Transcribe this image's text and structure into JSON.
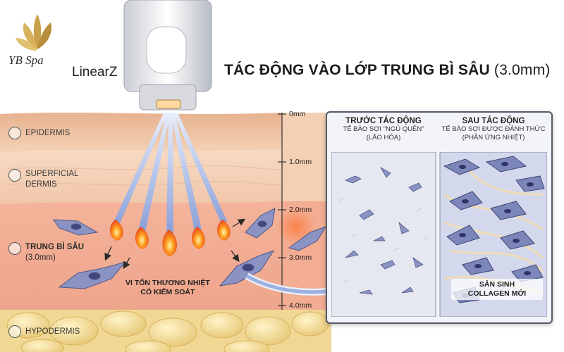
{
  "brand": {
    "name": "YB Spa",
    "logo": "lotus-logo-icon"
  },
  "product": {
    "name": "LinearZ"
  },
  "headline": {
    "bold": "TÁC ĐỘNG VÀO LỚP TRUNG BÌ SÂU",
    "light": "(3.0mm)"
  },
  "layers": {
    "epidermis": "EPIDERMIS",
    "superficial_1": "SUPERFICIAL",
    "superficial_2": "DERMIS",
    "deep_1": "TRUNG BÌ SÂU",
    "deep_2": "(3.0mm)",
    "hypodermis": "HYPODERMIS"
  },
  "ruler": [
    "0mm",
    "1.0mm",
    "2.0mm",
    "3.0mm",
    "4.0mm"
  ],
  "annotation": {
    "line1": "VI TỔN THƯƠNG NHIỆT",
    "line2": "CÓ KIỂM SOÁT"
  },
  "panel": {
    "before": {
      "title": "TRƯỚC TÁC ĐỘNG",
      "sub1": "TẾ BÀO SỢI \"NGỦ QUÊN\"",
      "sub2": "(LÃO HÓA)"
    },
    "after": {
      "title": "SAU TÁC ĐỘNG",
      "sub1": "TẾ BÀO SỢI ĐƯỢC ĐÁNH THỨC",
      "sub2": "(PHẢN ỨNG NHIỆT)"
    },
    "collagen": {
      "line1": "SẢN SINH",
      "line2": "COLLAGEN MỚI"
    }
  },
  "colors": {
    "epidermis": "#f0c9a8",
    "dermis": "#f3d2b6",
    "deep": "#f0a890",
    "fat": "#f3dd9c",
    "beam": "#9fb7e8",
    "fibroblast": "#7d86b8"
  }
}
